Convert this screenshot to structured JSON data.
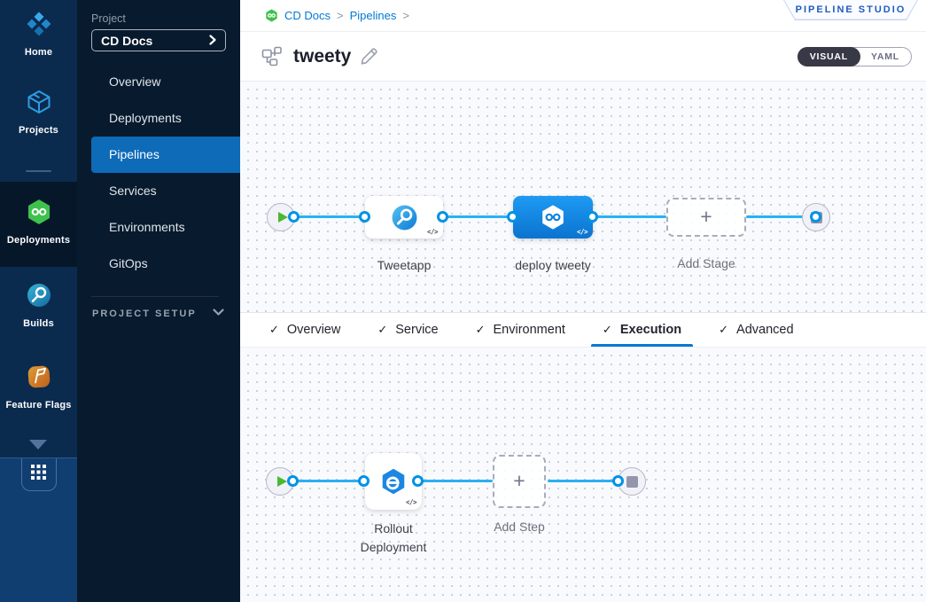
{
  "colors": {
    "accent": "#0278d5",
    "nav_selected": "#0d6bb8",
    "execution_line": "#2bb0f3",
    "port_ring": "#0092e4",
    "cd_green": "#3ec24d",
    "stage_node_blue": "#0f82e0",
    "rail_bg": "#0b2b4e",
    "rail_bottom_bg": "#113e70",
    "sidebar_bg": "#081a2d",
    "canvas_bg": "#f8fafd",
    "visual_toggle_bg": "#383946",
    "feature_flags_orange": "#cf7c27",
    "play_green": "#4cb732"
  },
  "glyphs": {
    "check": "✓",
    "plus": "+"
  },
  "rail": {
    "items": [
      {
        "label": "Home",
        "selected": false
      },
      {
        "label": "Projects",
        "selected": false
      },
      {
        "label": "Deployments",
        "selected": true
      },
      {
        "label": "Builds",
        "selected": false
      },
      {
        "label": "Feature Flags",
        "selected": false
      }
    ]
  },
  "sidebar": {
    "project_label": "Project",
    "project_value": "CD Docs",
    "nav": [
      {
        "label": "Overview",
        "selected": false
      },
      {
        "label": "Deployments",
        "selected": false
      },
      {
        "label": "Pipelines",
        "selected": true
      },
      {
        "label": "Services",
        "selected": false
      },
      {
        "label": "Environments",
        "selected": false
      },
      {
        "label": "GitOps",
        "selected": false
      }
    ],
    "setup_label": "PROJECT SETUP"
  },
  "breadcrumb": {
    "crumbs": [
      {
        "label": "CD Docs"
      },
      {
        "label": "Pipelines"
      }
    ],
    "separator": ">"
  },
  "studio_badge": "PIPELINE STUDIO",
  "header": {
    "title": "tweety",
    "visual_label": "VISUAL",
    "yaml_label": "YAML",
    "active_view": "VISUAL"
  },
  "stage_canvas": {
    "code_badge": "</>",
    "nodes": {
      "stage1": "Tweetapp",
      "stage2": "deploy tweety",
      "add": "Add Stage"
    },
    "selected_stage": "deploy tweety"
  },
  "tabs": [
    {
      "label": "Overview",
      "checked": true,
      "active": false
    },
    {
      "label": "Service",
      "checked": true,
      "active": false
    },
    {
      "label": "Environment",
      "checked": true,
      "active": false
    },
    {
      "label": "Execution",
      "checked": true,
      "active": true
    },
    {
      "label": "Advanced",
      "checked": true,
      "active": false
    }
  ],
  "step_canvas": {
    "code_badge": "</>",
    "nodes": {
      "step1": "Rollout Deployment",
      "add": "Add Step"
    }
  }
}
